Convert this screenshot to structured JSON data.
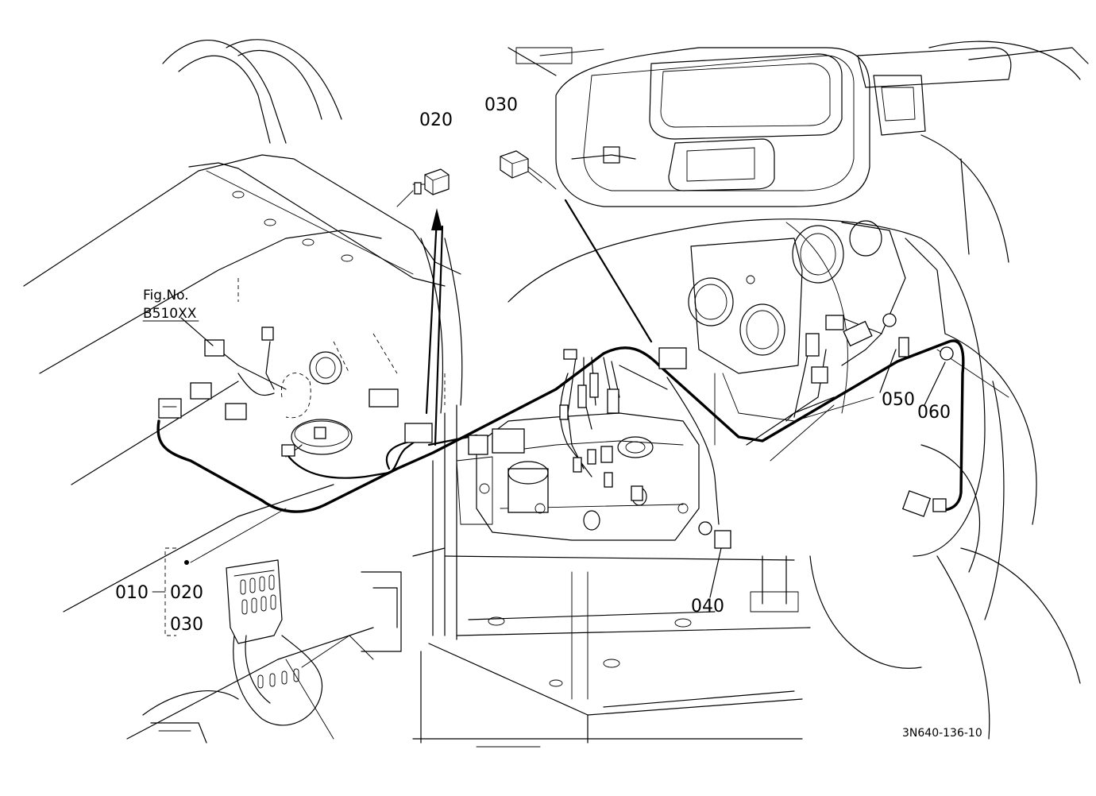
{
  "callouts": {
    "c020_top": "020",
    "c030_top": "030",
    "c050": "050",
    "c060": "060",
    "c040": "040",
    "c010": "010",
    "c020_group": "020",
    "c030_group": "030"
  },
  "figure_ref": {
    "line1": "Fig.No.",
    "line2": "B510XX"
  },
  "drawing_code": "3N640-136-10"
}
